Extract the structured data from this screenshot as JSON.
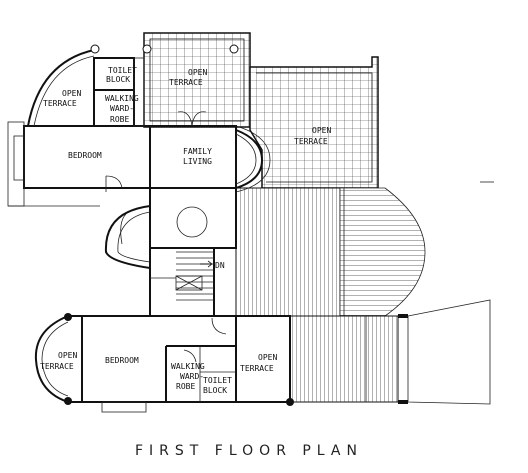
{
  "plan": {
    "title": "FIRST FLOOR PLAN",
    "labels": {
      "toilet_top_1": "TOILET",
      "toilet_top_2": "BLOCK",
      "open_terrace_center_1": "OPEN",
      "open_terrace_center_2": "TERRACE",
      "open_terrace_right_1": "OPEN",
      "open_terrace_right_2": "TERRACE",
      "open_terrace_left_1": "OPEN",
      "open_terrace_left_2": "TERRACE",
      "walking_top_1": "WALKING",
      "walking_top_2": "WARD-",
      "walking_top_3": "ROBE",
      "bedroom_top": "BEDROOM",
      "family_1": "FAMILY",
      "family_2": "LIVING",
      "dn": "DN",
      "open_terrace_bl_1": "OPEN",
      "open_terrace_bl_2": "TERRACE",
      "bedroom_bottom": "BEDROOM",
      "walking_bottom_1": "WALKING",
      "walking_bottom_2": "WARD-",
      "walking_bottom_3": "ROBE",
      "toilet_bottom_1": "TOILET",
      "toilet_bottom_2": "BLOCK",
      "open_terrace_br_1": "OPEN",
      "open_terrace_br_2": "TERRACE"
    }
  }
}
